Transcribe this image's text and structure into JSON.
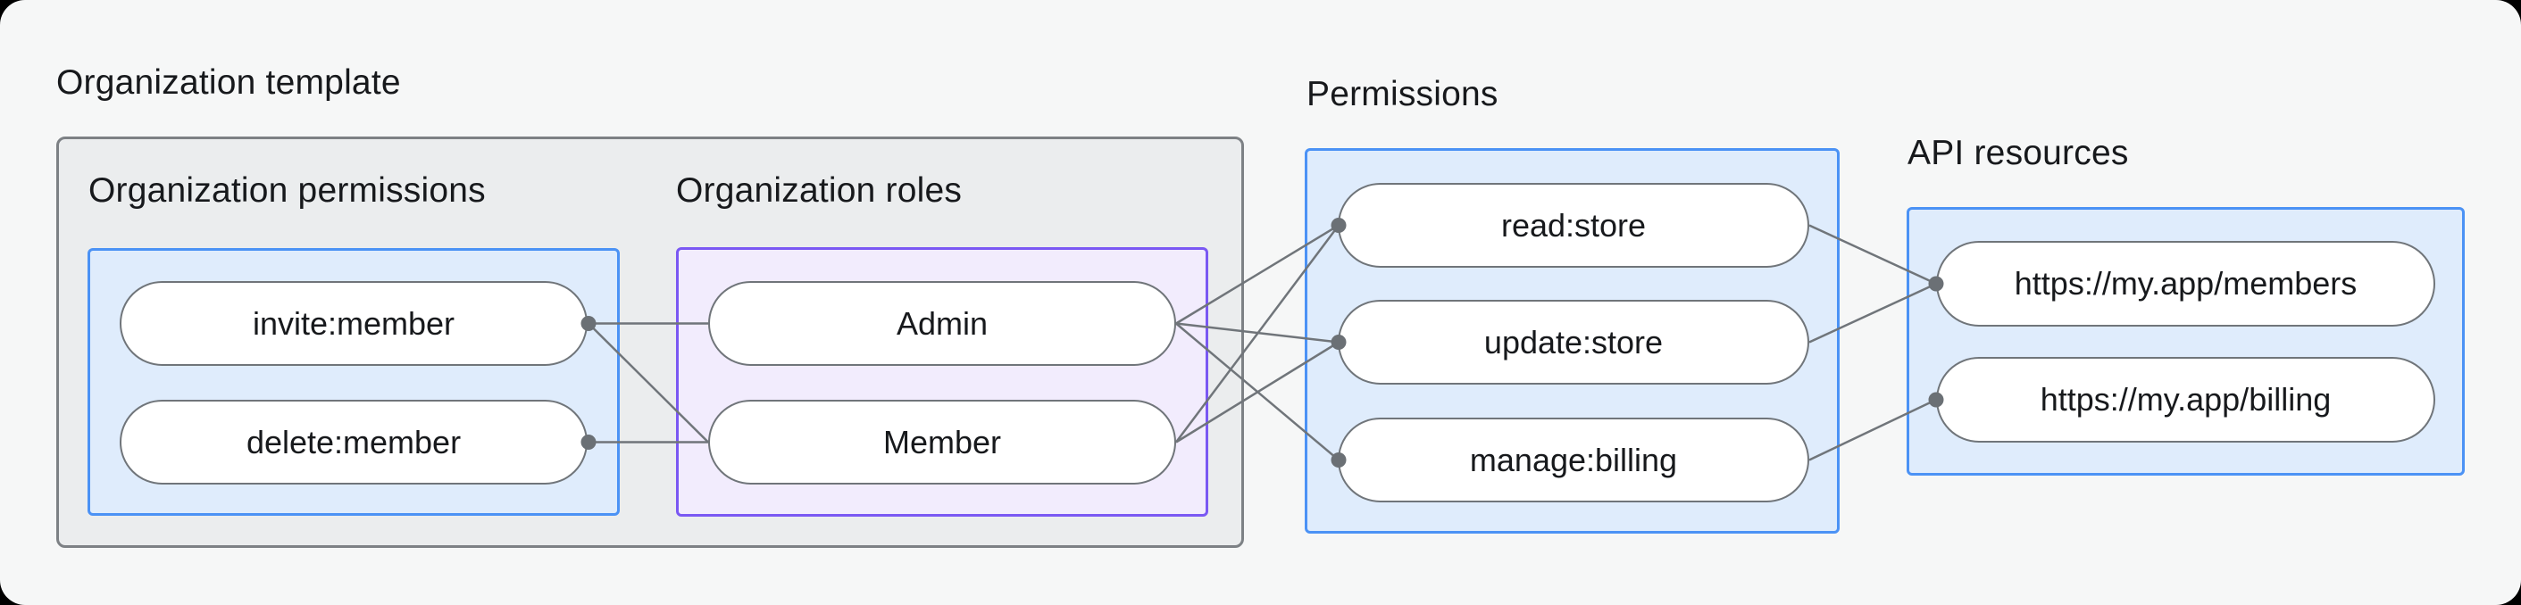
{
  "titles": {
    "organization_template": "Organization template",
    "organization_permissions": "Organization permissions",
    "organization_roles": "Organization roles",
    "permissions": "Permissions",
    "api_resources": "API resources"
  },
  "nodes": {
    "invite_member": {
      "label": "invite:member",
      "group": "organization_permissions"
    },
    "delete_member": {
      "label": "delete:member",
      "group": "organization_permissions"
    },
    "admin": {
      "label": "Admin",
      "group": "organization_roles"
    },
    "member": {
      "label": "Member",
      "group": "organization_roles"
    },
    "read_store": {
      "label": "read:store",
      "group": "permissions"
    },
    "update_store": {
      "label": "update:store",
      "group": "permissions"
    },
    "manage_billing": {
      "label": "manage:billing",
      "group": "permissions"
    },
    "members_api": {
      "label": "https://my.app/members",
      "group": "api_resources"
    },
    "billing_api": {
      "label": "https://my.app/billing",
      "group": "api_resources"
    }
  },
  "edges": [
    {
      "from": "invite_member",
      "to": "admin"
    },
    {
      "from": "invite_member",
      "to": "member"
    },
    {
      "from": "delete_member",
      "to": "member"
    },
    {
      "from": "admin",
      "to": "read_store"
    },
    {
      "from": "admin",
      "to": "update_store"
    },
    {
      "from": "admin",
      "to": "manage_billing"
    },
    {
      "from": "member",
      "to": "read_store"
    },
    {
      "from": "member",
      "to": "update_store"
    },
    {
      "from": "read_store",
      "to": "members_api"
    },
    {
      "from": "update_store",
      "to": "members_api"
    },
    {
      "from": "manage_billing",
      "to": "billing_api"
    }
  ],
  "colors": {
    "card_background": "#f6f7f7",
    "gray_box_fill": "#ebedee",
    "gray_box_border": "#7d8185",
    "blue_box_fill": "#dfecfc",
    "blue_box_border": "#4b92f5",
    "purple_box_fill": "#f2ecfd",
    "purple_box_border": "#7a58f3",
    "pill_fill": "#ffffff",
    "pill_border": "#70757a",
    "connector_line": "#70757a",
    "connector_dot": "#6b7075",
    "text": "#17191c"
  }
}
